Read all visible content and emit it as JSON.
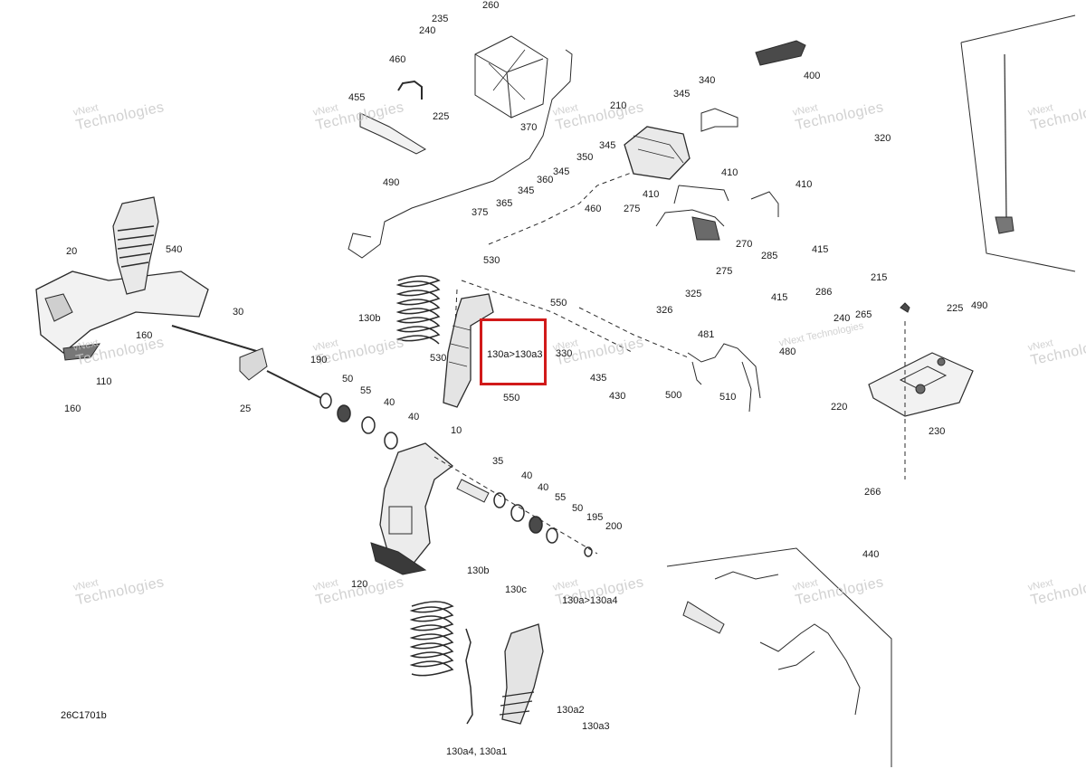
{
  "diagram": {
    "drawing_id": "26C1701b",
    "highlight_label": "130a>130a3",
    "watermark": {
      "line1": "vNext",
      "line2": "Technologies",
      "line3": "vNext Technologies"
    },
    "callouts": [
      "235",
      "260",
      "240",
      "460",
      "455",
      "225",
      "490",
      "370",
      "210",
      "345",
      "340",
      "400",
      "320",
      "350",
      "345",
      "345",
      "360",
      "345",
      "410",
      "410",
      "375",
      "365",
      "460",
      "275",
      "270",
      "410",
      "20",
      "540",
      "530",
      "285",
      "415",
      "275",
      "415",
      "286",
      "550",
      "325",
      "215",
      "130b",
      "326",
      "240",
      "265",
      "225",
      "490",
      "30",
      "160",
      "110",
      "190",
      "530",
      "130a>130a3",
      "330",
      "481",
      "480",
      "160",
      "435",
      "430",
      "500",
      "510",
      "220",
      "50",
      "55",
      "25",
      "40",
      "550",
      "40",
      "10",
      "230",
      "35",
      "40",
      "40",
      "266",
      "55",
      "50",
      "195",
      "200",
      "120",
      "440",
      "130b",
      "130c",
      "130a>130a4",
      "130a2",
      "130a3",
      "130a4, 130a1",
      "26C1701b"
    ]
  },
  "colors": {
    "line": "#2b2b2b",
    "highlight": "#d11a1a",
    "watermark": "#c9c9c9",
    "part_fill": "#f2f2f2",
    "part_dark": "#4a4a4a"
  }
}
